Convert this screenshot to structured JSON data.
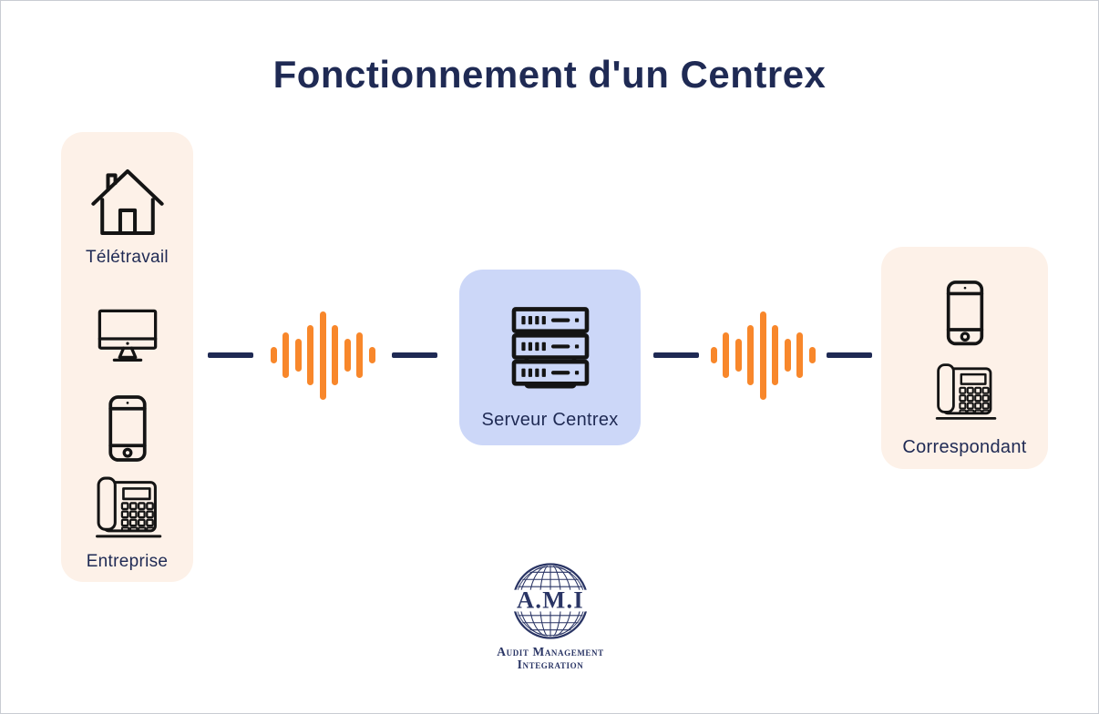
{
  "title": "Fonctionnement d'un Centrex",
  "colors": {
    "navy": "#1f2a54",
    "orange": "#f8872b",
    "peach": "#fdf1e8",
    "lavender": "#ccd7f8",
    "icon_ink": "#141414",
    "logo_ink": "#2a3565"
  },
  "diagram": {
    "sources_panel": {
      "teletravail_label": "Télétravail",
      "entreprise_label": "Entreprise",
      "icons": [
        "house-icon",
        "desktop-computer-icon",
        "smartphone-icon",
        "desk-phone-icon"
      ]
    },
    "server_box": {
      "label": "Serveur Centrex",
      "icon": "server-stack-icon"
    },
    "correspondent_panel": {
      "label": "Correspondant",
      "icons": [
        "smartphone-icon",
        "desk-phone-icon"
      ]
    },
    "connectors": {
      "waveform_bar_heights": [
        18,
        50,
        36,
        66,
        97,
        66,
        36,
        50,
        18
      ]
    }
  },
  "logo": {
    "monogram": "A.M.I",
    "line1": "Audit Management",
    "line2": "Integration"
  }
}
